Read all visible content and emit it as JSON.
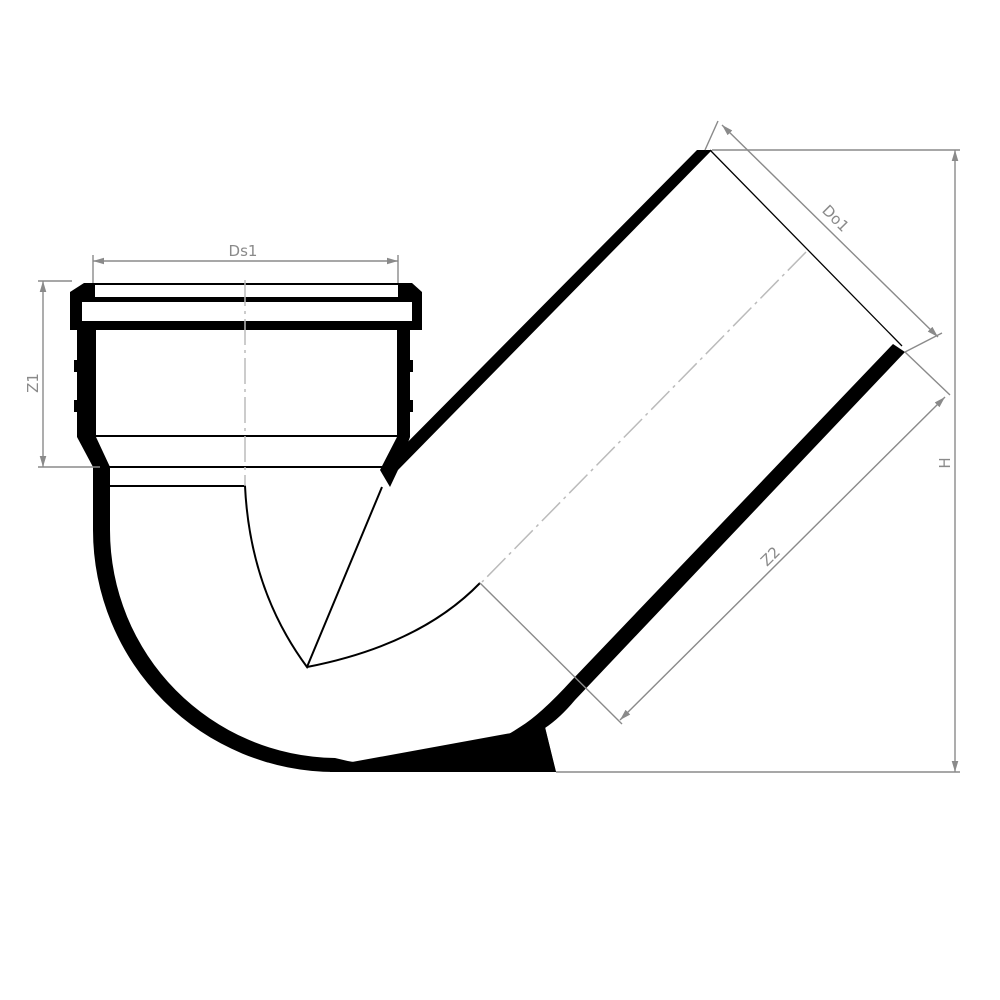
{
  "drawing": {
    "labels": {
      "socket_diameter": "Ds1",
      "socket_depth": "Z1",
      "outlet_diameter": "Do1",
      "outlet_length": "Z2",
      "height": "H"
    },
    "colors": {
      "outline": "#000000",
      "dimension": "#8a8a8a",
      "centerline": "#bbbbbb"
    }
  }
}
